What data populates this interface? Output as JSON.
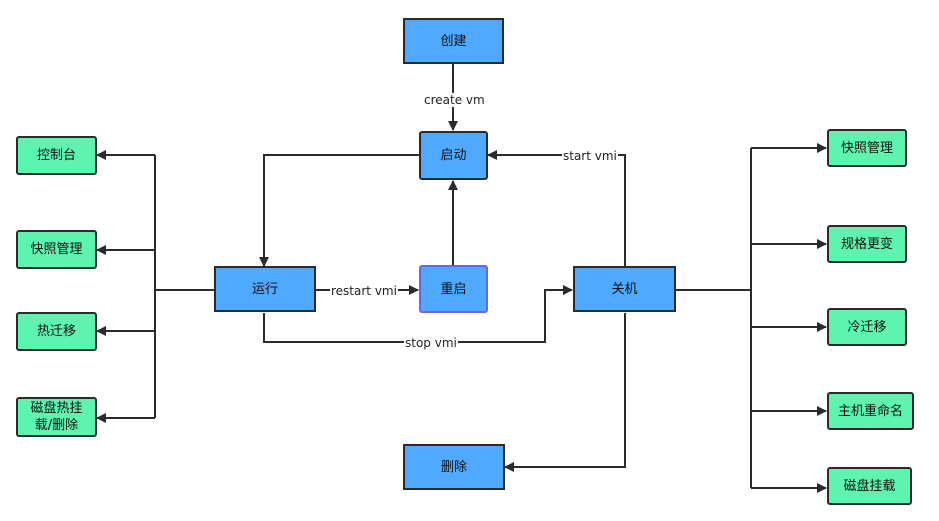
{
  "nodes": {
    "create": "创建",
    "start": "启动",
    "running": "运行",
    "restart": "重启",
    "shutdown": "关机",
    "delete": "删除",
    "console": "控制台",
    "snapshot_left": "快照管理",
    "live_migrate": "热迁移",
    "disk_hotplug": "磁盘热挂载/删除",
    "snapshot_right": "快照管理",
    "resize": "规格更变",
    "cold_migrate": "冷迁移",
    "rename": "主机重命名",
    "disk_mount": "磁盘挂载"
  },
  "edges": {
    "create_vm": "create vm",
    "start_vmi": "start vmi",
    "restart_vmi": "restart vmi",
    "stop_vmi": "stop vmi"
  },
  "colors": {
    "state_fill": "#4ea9ff",
    "feature_fill": "#5df4b0",
    "line": "#2b2b2b",
    "restart_border": "#6f63e6"
  }
}
